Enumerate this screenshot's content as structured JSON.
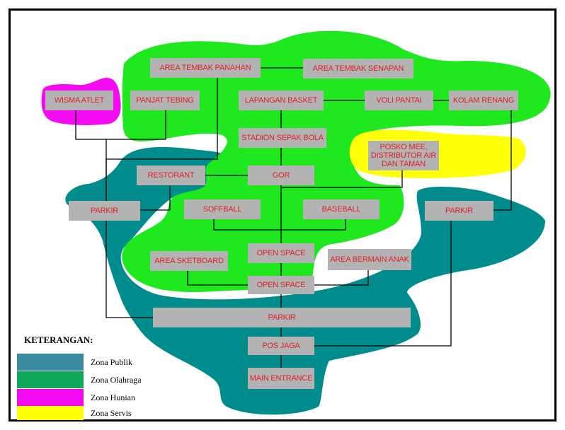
{
  "colors": {
    "zona_publik": "#008c8c",
    "zona_olahraga": "#1fe81f",
    "zona_hunian": "#f40af0",
    "zona_servis": "#ffff0a",
    "node_fill": "#b3b3b3",
    "node_text": "#e0202a"
  },
  "nodes": {
    "area_tembak_panahan": "AREA TEMBAK PANAHAN",
    "area_tembak_senapan": "AREA TEMBAK SENAPAN",
    "wisma_atlet": "WISMA ATLET",
    "panjat_tebing": "PANJAT TEBING",
    "lapangan_basket": "LAPANGAN BASKET",
    "voli_pantai": "VOLI PANTAI",
    "kolam_renang": "KOLAM RENANG",
    "stadion_sepak_bola": "STADION SEPAK BOLA",
    "posko": "POSKO MEE, DISTRIBUTOR AIR DAN TAMAN",
    "restorant": "RESTORANT",
    "gor": "GOR",
    "parkir_left": "PARKIR",
    "parkir_right": "PARKIR",
    "soffball": "SOFFBALL",
    "baseball": "BASEBALL",
    "open_space_1": "OPEN SPACE",
    "area_sketboard": "AREA SKETBOARD",
    "area_bermain_anak": "AREA BERMAIN ANAK",
    "open_space_2": "OPEN SPACE",
    "parkir_main": "PARKIR",
    "pos_jaga": "POS JAGA",
    "main_entrance": "MAIN ENTRANCE"
  },
  "legend": {
    "title": "KETERANGAN:",
    "items": [
      {
        "label": "Zona Publik",
        "color": "#3a8aa0"
      },
      {
        "label": "Zona Olahraga",
        "color": "#0fa85a"
      },
      {
        "label": "Zona Hunian",
        "color": "#f40af0"
      },
      {
        "label": "Zona Servis",
        "color": "#ffff0a"
      }
    ]
  }
}
